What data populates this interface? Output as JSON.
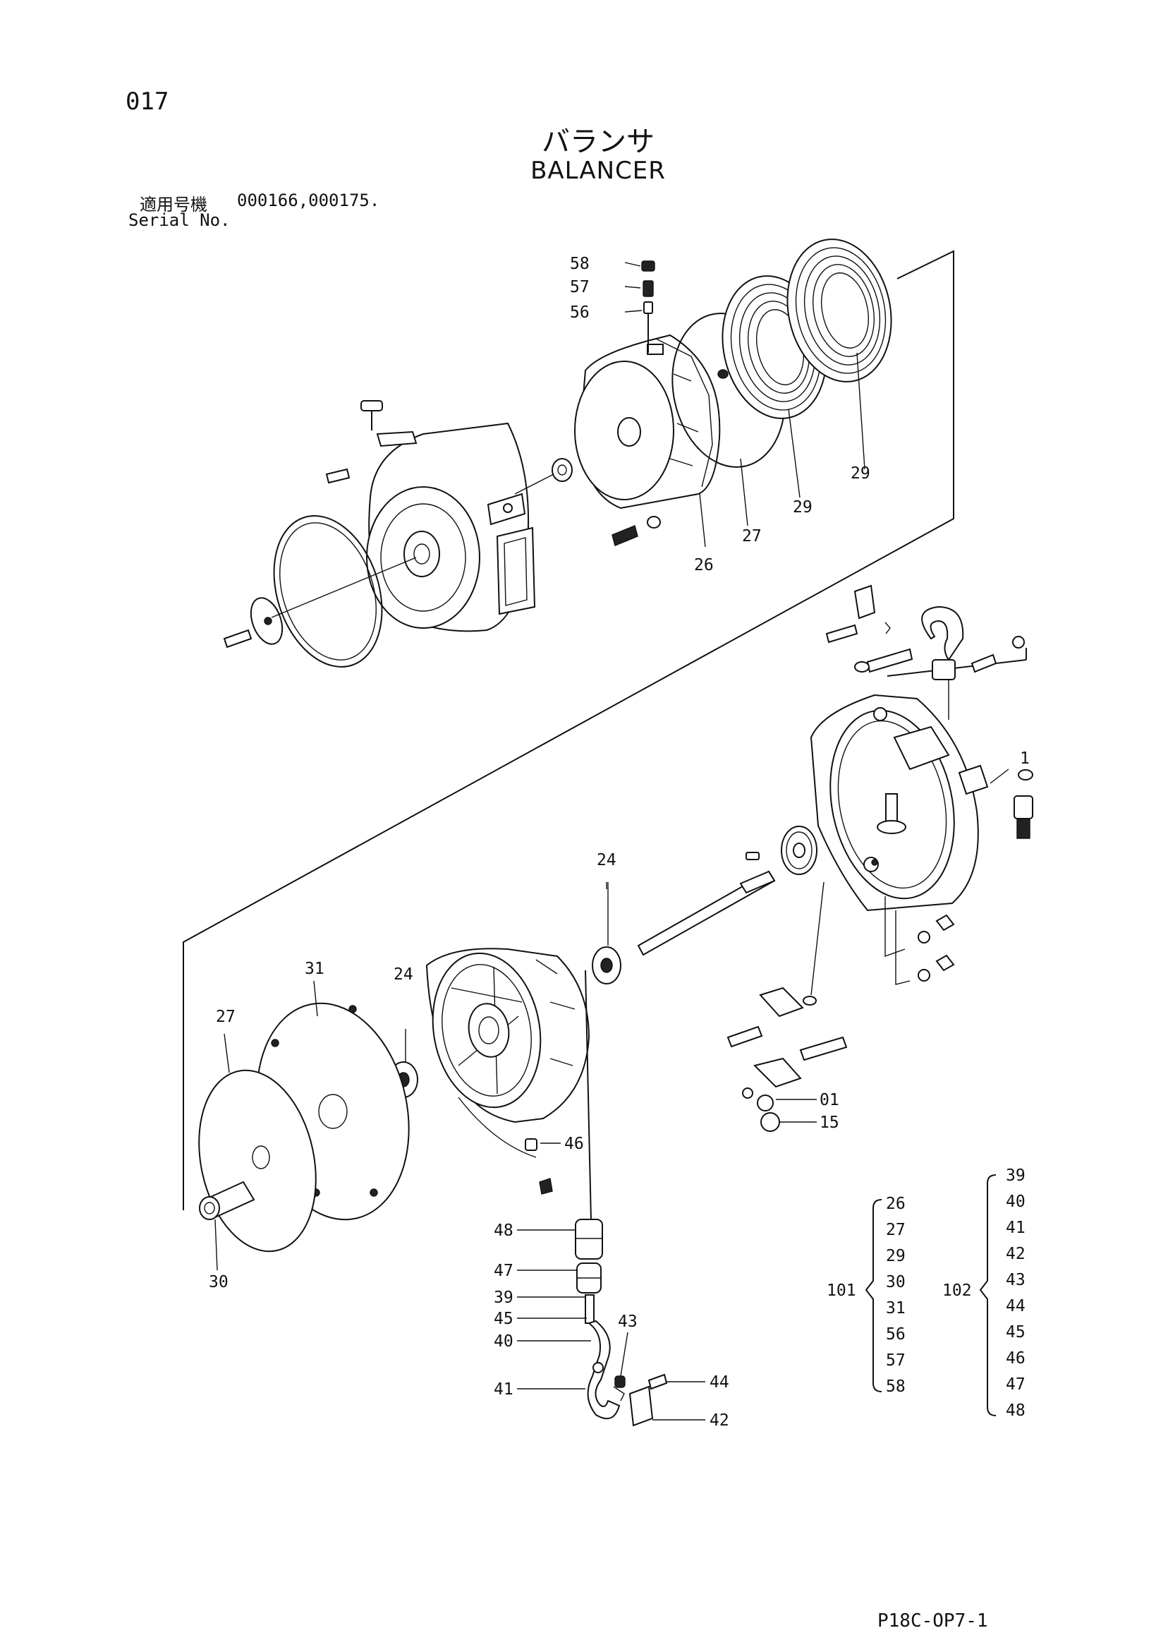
{
  "page_number": "017",
  "title_jp": "バランサ",
  "title_en": "BALANCER",
  "serial_label_jp": "適用号機",
  "serial_numbers": "000166,000175.",
  "serial_label_en": "Serial No.",
  "doc_code": "P18C-OP7-1",
  "callouts": {
    "c58": "58",
    "c57": "57",
    "c56": "56",
    "c29a": "29",
    "c29b": "29",
    "c27a": "27",
    "c26": "26",
    "c1": "1",
    "c24a": "24",
    "c24b": "24",
    "c31": "31",
    "c27b": "27",
    "c30": "30",
    "c46": "46",
    "c01": "01",
    "c15": "15",
    "c48": "48",
    "c47": "47",
    "c39": "39",
    "c45": "45",
    "c40": "40",
    "c43": "43",
    "c41": "41",
    "c44": "44",
    "c42": "42"
  },
  "groups": [
    {
      "number": "101",
      "items": [
        "26",
        "27",
        "29",
        "30",
        "31",
        "56",
        "57",
        "58"
      ]
    },
    {
      "number": "102",
      "items": [
        "39",
        "40",
        "41",
        "42",
        "43",
        "44",
        "45",
        "46",
        "47",
        "48"
      ]
    }
  ]
}
